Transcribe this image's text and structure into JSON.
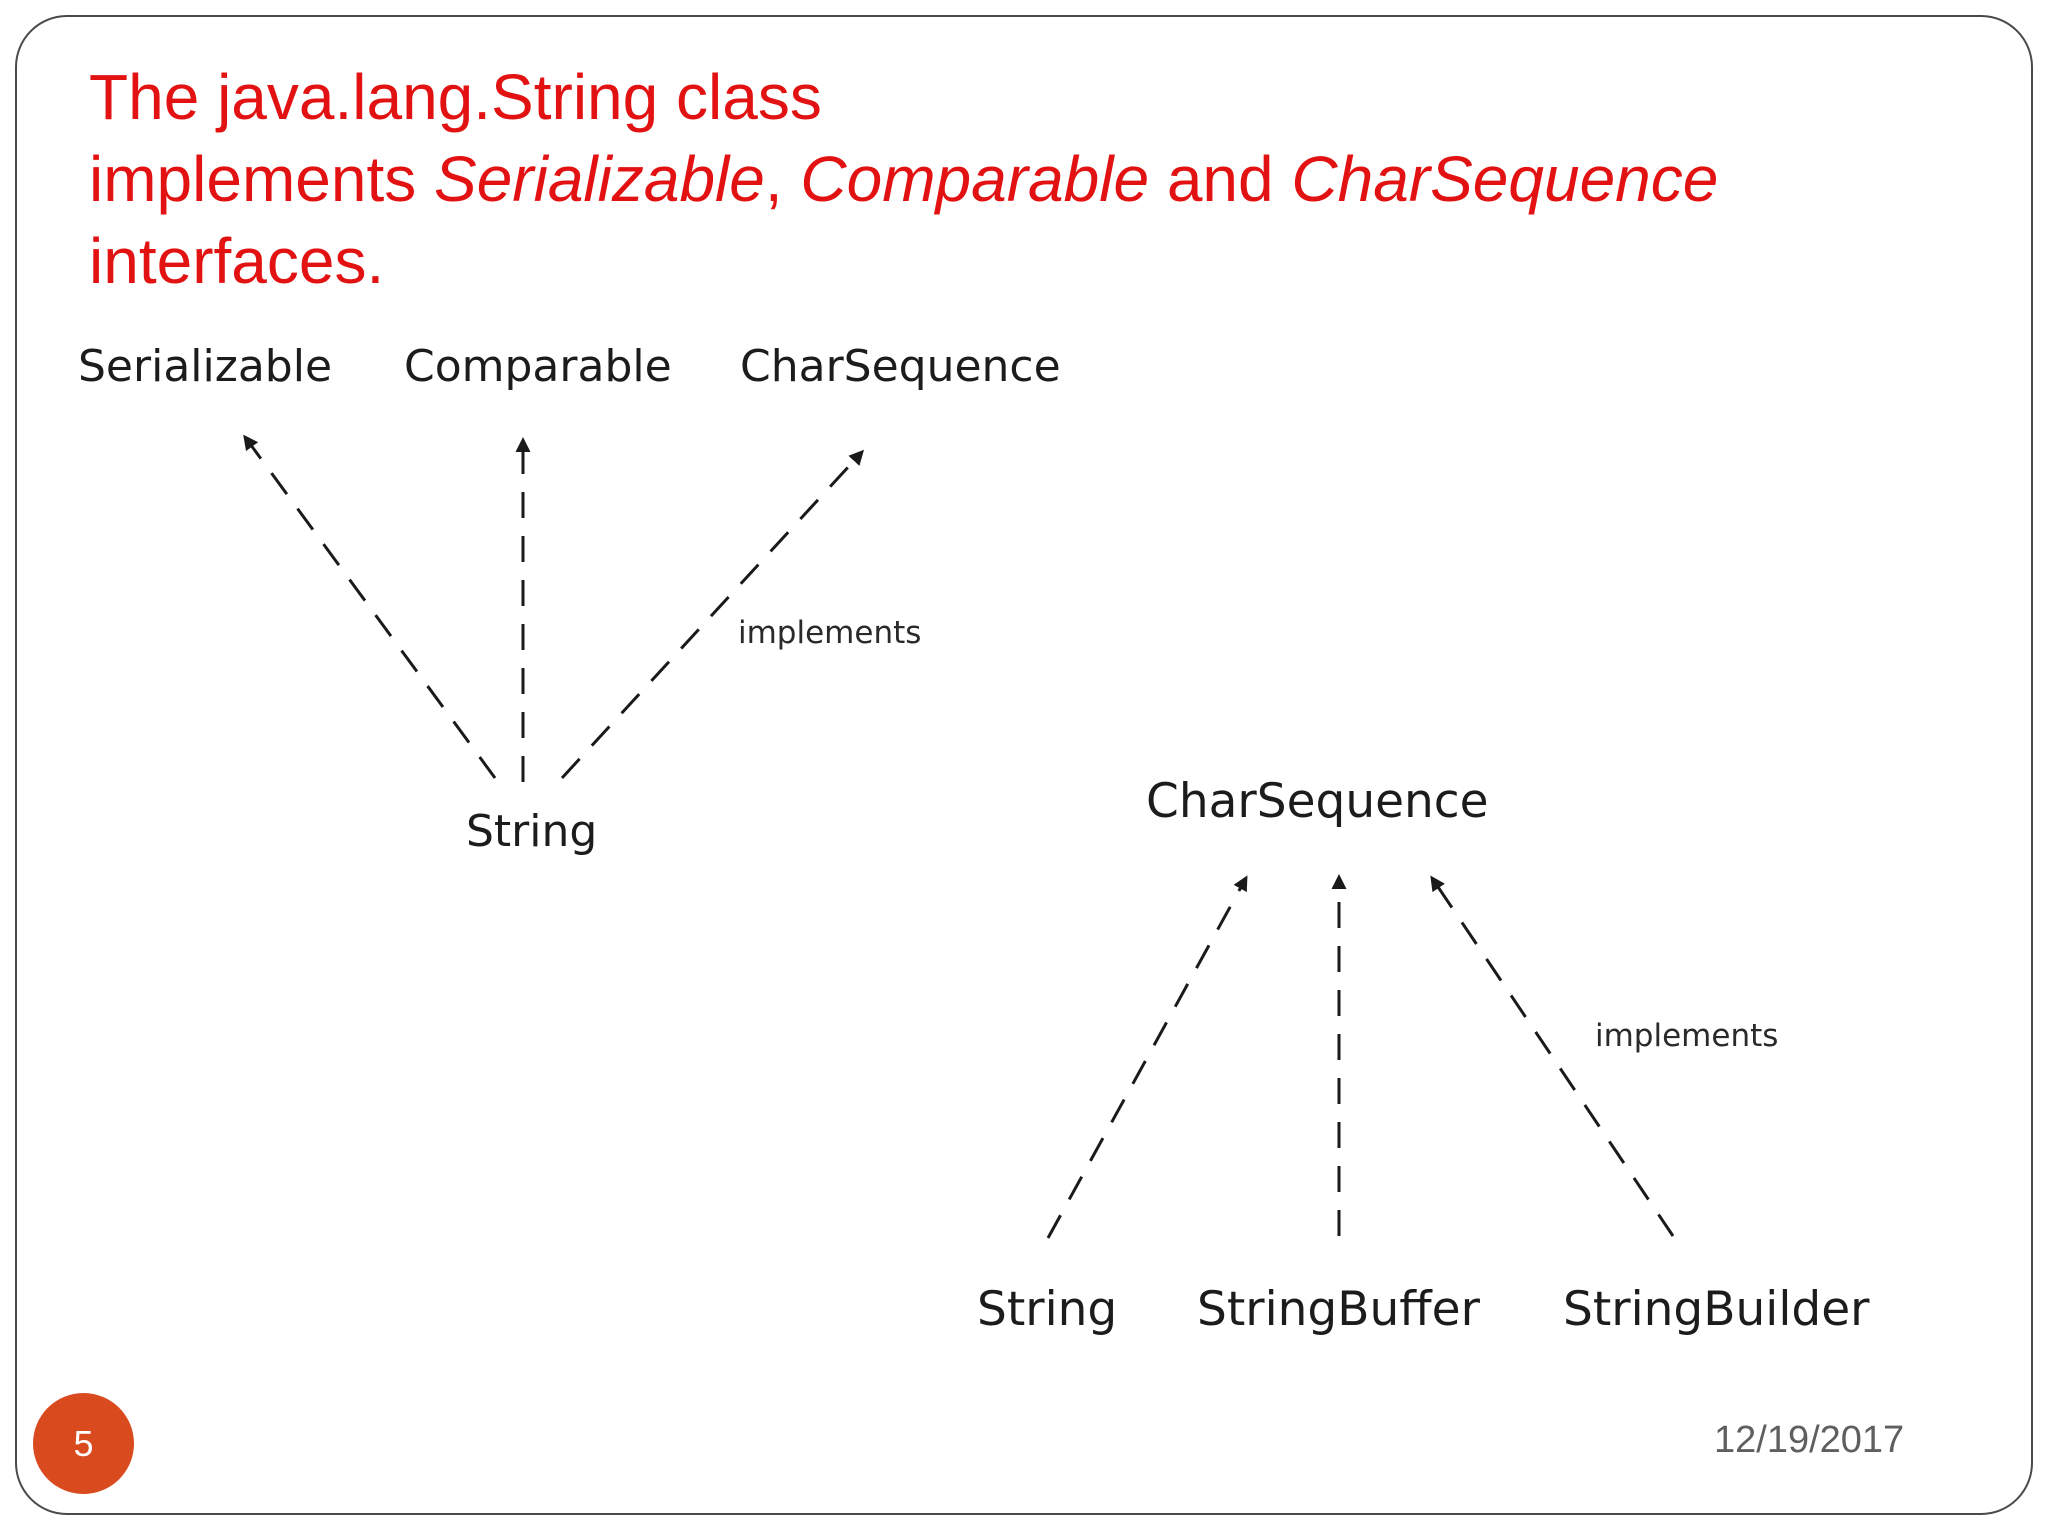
{
  "title": {
    "line1": "The java.lang.String class",
    "line2_prefix": "implements ",
    "line2_serializable": "Serializable",
    "line2_comma": ", ",
    "line2_comparable": "Comparable",
    "line2_and": " and ",
    "line2_charsequence": "CharSequence",
    "line3": "interfaces."
  },
  "diagram1": {
    "interfaces": [
      "Serializable",
      "Comparable",
      "CharSequence"
    ],
    "implementor": "String",
    "edge_label": "implements"
  },
  "diagram2": {
    "interface": "CharSequence",
    "implementors": [
      "String",
      "StringBuffer",
      "StringBuilder"
    ],
    "edge_label": "implements"
  },
  "footer": {
    "slide_number": "5",
    "date": "12/19/2017"
  },
  "colors": {
    "title": "#e31212",
    "slide_number_badge": "#d94a1e",
    "arrow": "#1a1a1a",
    "border": "#4a4a4a"
  }
}
